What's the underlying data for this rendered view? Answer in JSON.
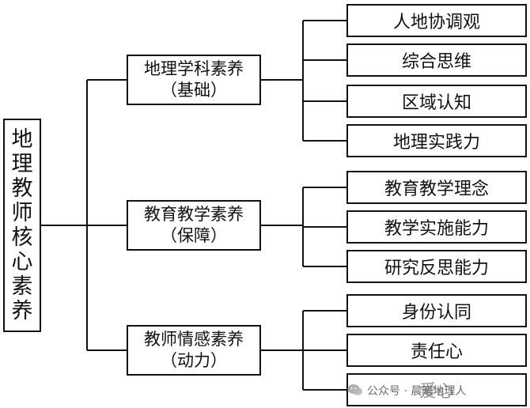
{
  "root": {
    "chars": [
      "地",
      "理",
      "教",
      "师",
      "核",
      "心",
      "素",
      "养"
    ]
  },
  "groups": [
    {
      "title": "地理学科素养",
      "subtitle": "（基础）",
      "items": [
        "人地协调观",
        "综合思维",
        "区域认知",
        "地理实践力"
      ]
    },
    {
      "title": "教育教学素养",
      "subtitle": "（保障）",
      "items": [
        "教育教学理念",
        "教学实施能力",
        "研究反思能力"
      ]
    },
    {
      "title": "教师情感素养",
      "subtitle": "（动力）",
      "items": [
        "身份认同",
        "责任心",
        "爱心"
      ]
    }
  ],
  "watermark": {
    "text": "公众号 · 晨曦地理人",
    "icon": "wechat-icon"
  }
}
